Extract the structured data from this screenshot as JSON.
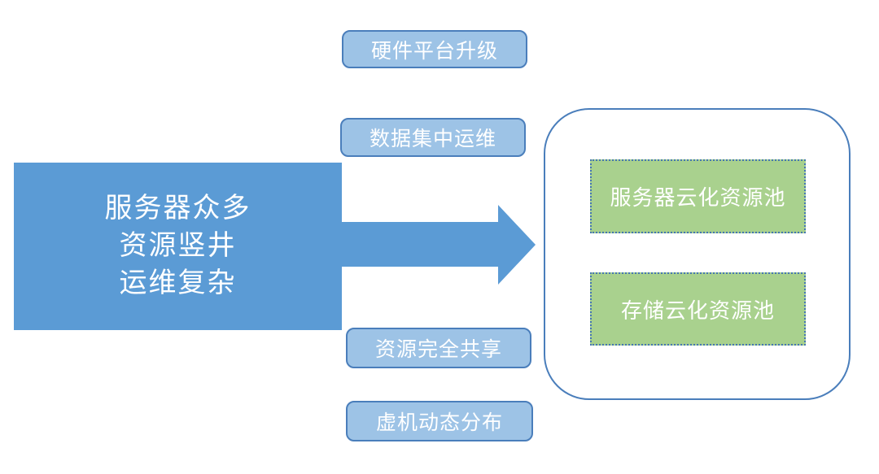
{
  "problem_box": {
    "line1": "服务器众多",
    "line2": "资源竖井",
    "line3": "运维复杂"
  },
  "feature_boxes": [
    {
      "label": "硬件平台升级"
    },
    {
      "label": "数据集中运维"
    },
    {
      "label": "资源完全共享"
    },
    {
      "label": "虚机动态分布"
    }
  ],
  "result_container": {
    "pools": [
      {
        "label": "服务器云化资源池"
      },
      {
        "label": "存储云化资源池"
      }
    ]
  },
  "colors": {
    "primary_blue": "#5B9BD5",
    "light_blue_fill": "#9DC3E6",
    "blue_border": "#4A7EBB",
    "pool_border_blue": "#4576B2",
    "green_fill": "#A9D18E",
    "text_white": "#FFFFFF",
    "background": "#FFFFFF"
  }
}
